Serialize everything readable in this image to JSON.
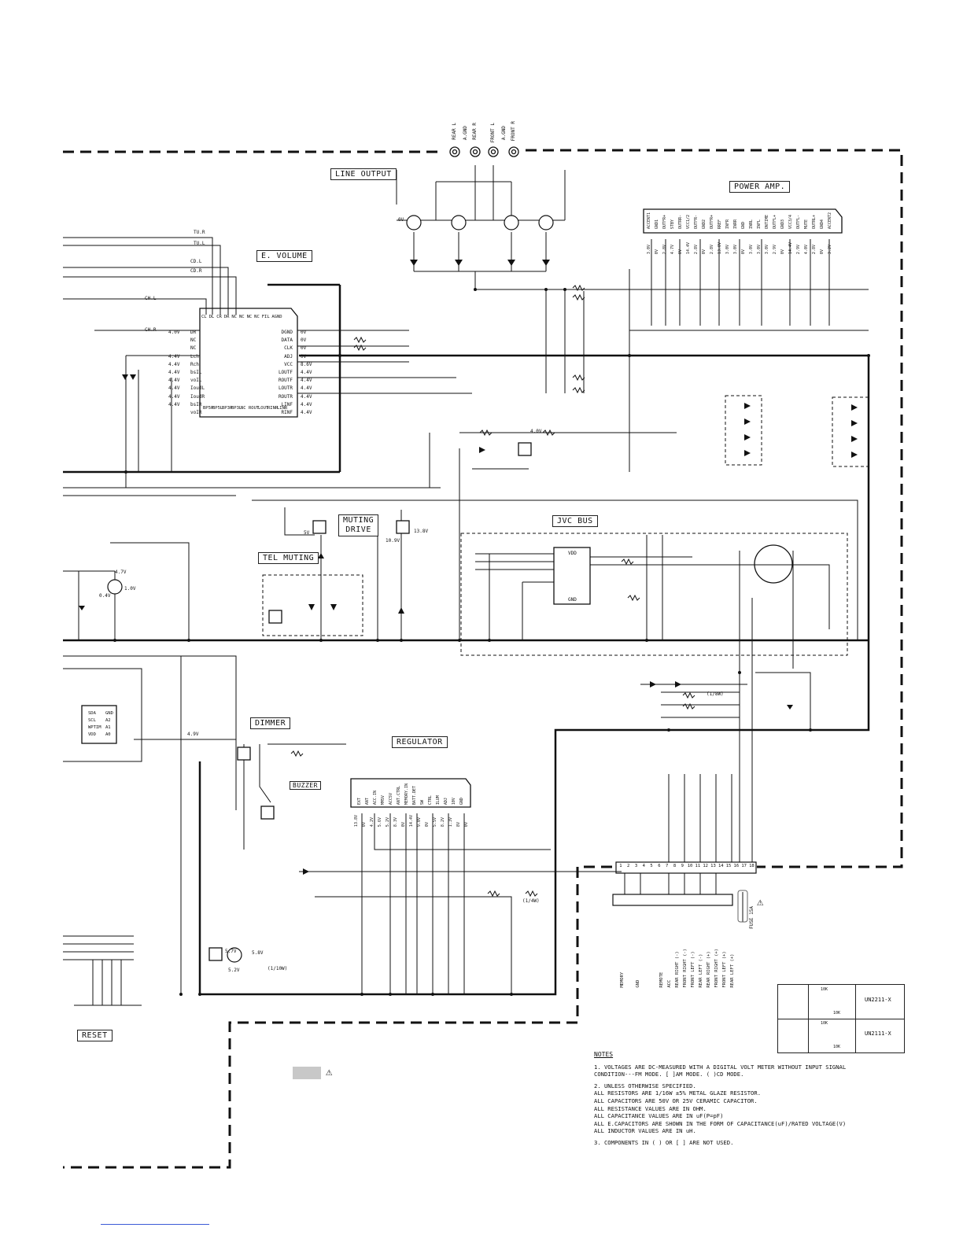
{
  "blocks": {
    "line_output": "LINE OUTPUT",
    "e_volume": "E. VOLUME",
    "power_amp": "POWER AMP.",
    "muting_drive_1": "MUTING",
    "muting_drive_2": "DRIVE",
    "tel_muting": "TEL MUTING",
    "jvc_bus": "JVC BUS",
    "dimmer": "DIMMER",
    "regulator": "REGULATOR",
    "buzzer": "BUZZER",
    "reset": "RESET"
  },
  "connectors_top": [
    "REAR L",
    "A.GND",
    "REAR R",
    "FRONT L",
    "A.GND",
    "FRONT R"
  ],
  "input_labels": {
    "tu_r": "TU.R",
    "tu_l": "TU.L",
    "cd_l": "CD.L",
    "cd_r": "CD.R",
    "ch_l": "CH.L",
    "ch_r": "CH.R"
  },
  "evol_pins_left": [
    "DR",
    "NC",
    "NC",
    "Lch",
    "Rch",
    "bsIL",
    "voIL",
    "IoudL",
    "IoudR",
    "bsIR",
    "voIR"
  ],
  "evol_pins_right": [
    "DGND",
    "DATA",
    "CLK",
    "ADJ",
    "VCC",
    "LOUTF",
    "ROUTF",
    "LOUTR",
    "ROUTR",
    "LINF",
    "RINF"
  ],
  "evol_pins_top": [
    "CL",
    "DL",
    "CR",
    "DR",
    "NC",
    "NC",
    "NC",
    "NC",
    "FIL",
    "AGND"
  ],
  "evol_pins_bottom": [
    "BP5R",
    "BP5L",
    "BP3R",
    "BP3L",
    "NC",
    "ROUT",
    "LOUT",
    "RINR",
    "LINR"
  ],
  "evol_voltages_left": [
    "4.0V",
    "4.4V",
    "4.4V",
    "4.4V",
    "4.4V",
    "4.4V",
    "4.4V",
    "4.4V"
  ],
  "evol_voltages_right": [
    "0V",
    "0V",
    "0V",
    "0V",
    "8.6V",
    "4.4V",
    "4.4V",
    "4.4V",
    "4.4V",
    "4.4V",
    "4.4V"
  ],
  "power_amp_pins": [
    "ACCENT1",
    "GND1",
    "OUTFR+",
    "STBY",
    "OUTRR-",
    "VCC1/2",
    "OUTFR-",
    "GND2",
    "OUTFR+",
    "RREF",
    "INFR",
    "INRR",
    "GND",
    "INRL",
    "INFL",
    "ONTIME",
    "OUTFL+",
    "GND3",
    "VCC3/4",
    "OUTFL-",
    "MUTE",
    "OUTRL+",
    "GND4",
    "ACCENT2"
  ],
  "power_amp_voltages": [
    "3.0V",
    "0V",
    "2.8V",
    "4.7V",
    "0V",
    "14.4V",
    "2.8V",
    "0V",
    "2.8V",
    "13.0V",
    "3.0V",
    "3.0V",
    "0V",
    "3.0V",
    "3.0V",
    "3.0V",
    "2.9V",
    "0V",
    "14.4V",
    "2.9V",
    "4.0V",
    "2.8V",
    "0V",
    "3.2V"
  ],
  "regulator_pins": [
    "EXT",
    "ANT",
    "ACC.IN",
    "MMSV",
    "ACCSV",
    "ANT.CTRL",
    "MEMORY.IN",
    "BATT.DET",
    "SW",
    "CTRL",
    "ILUM",
    "ADJ",
    "10V",
    "GND"
  ],
  "regulator_voltages": [
    "13.8V",
    "0V",
    "4.2V",
    "5.6V",
    "5.2V",
    "8.3V",
    "0V",
    "14.4V",
    "9.0V",
    "0V",
    "5.5V",
    "8.2V",
    "1.3V",
    "8V",
    "0V"
  ],
  "voltage_marks": [
    "0V",
    "4.0V",
    "13.8V",
    "10.9V",
    "5V",
    "4.7V",
    "1.0V",
    "0.4V",
    "4.9V",
    "5.7V",
    "5.8V",
    "5.2V",
    "(1/10W)",
    "(1/8W)",
    "(1/4W)"
  ],
  "micro_pins": [
    "SDA",
    "SCL",
    "WPTIM",
    "VDD",
    "GND",
    "A2",
    "A1",
    "A0"
  ],
  "jvc_bus_pins": [
    "VDD",
    "GND"
  ],
  "harness_labels": [
    "MEMORY",
    "GND",
    "REMOTE",
    "ACC",
    "REAR RIGHT (-)",
    "FRONT RIGHT (-)",
    "FRONT LEFT (-)",
    "REAR LEFT (-)",
    "REAR RIGHT (+)",
    "FRONT RIGHT (+)",
    "FRONT LEFT (+)",
    "REAR LEFT (+)"
  ],
  "harness_pins": [
    "1",
    "2",
    "3",
    "4",
    "5",
    "6",
    "7",
    "8",
    "9",
    "10",
    "11",
    "12",
    "13",
    "14",
    "15",
    "16",
    "17",
    "18"
  ],
  "fuse": "FUSE 15A",
  "transistor_table": [
    {
      "r1": "10K",
      "r2": "10K",
      "part": "UN2211-X"
    },
    {
      "r1": "10K",
      "r2": "10K",
      "part": "UN2111-X"
    }
  ],
  "notes": {
    "heading": "NOTES",
    "items": [
      [
        "1.  VOLTAGES ARE DC-MEASURED WITH A DIGITAL VOLT METER WITHOUT INPUT SIGNAL",
        "    CONDITION---FM MODE.  [   ]AM MODE.  (  )CD MODE."
      ],
      [
        "2.  UNLESS OTHERWISE SPECIFIED.",
        "    ALL RESISTORS ARE 1/16W ±5% METAL GLAZE RESISTOR.",
        "    ALL CAPACITORS ARE 50V OR 25V CERAMIC CAPACITOR.",
        "    ALL RESISTANCE VALUES ARE IN OHM.",
        "    ALL CAPACITANCE VALUES ARE IN uF(P=pF)",
        "    ALL E.CAPACITORS ARE SHOWN IN THE FORM OF CAPACITANCE(uF)/RATED VOLTAGE(V)",
        "    ALL INDUCTOR VALUES ARE IN uH."
      ],
      [
        "3.  COMPONENTS IN (  ) OR [   ]  ARE NOT USED."
      ]
    ]
  }
}
